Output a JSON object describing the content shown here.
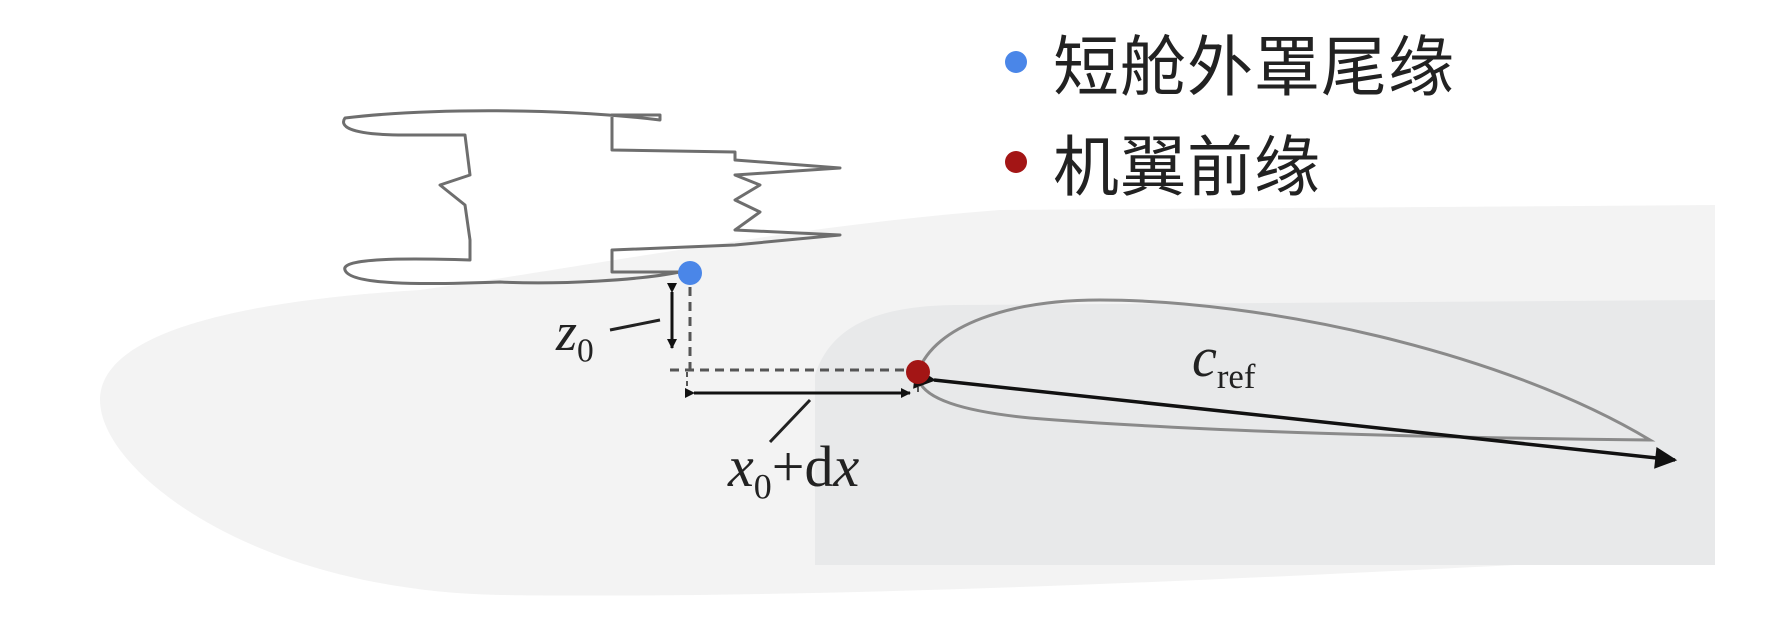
{
  "legend": [
    {
      "label": "短舱外罩尾缘",
      "color": "#4a86e8"
    },
    {
      "label": "机翼前缘",
      "color": "#a31515"
    }
  ],
  "labels": {
    "z0": {
      "var": "z",
      "sub": "0"
    },
    "x0dx": {
      "var": "x",
      "sub": "0",
      "rest": "+d",
      "var2": "x"
    },
    "cref": {
      "var": "c",
      "sub": "ref"
    }
  }
}
